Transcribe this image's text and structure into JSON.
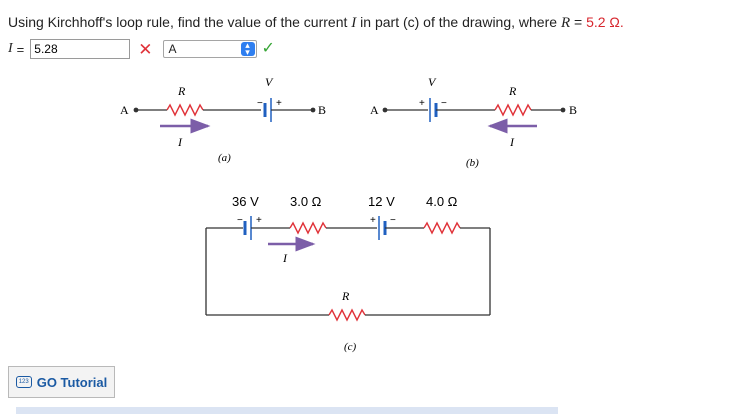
{
  "question": {
    "prefix": "Using Kirchhoff's loop rule, find the value of the current ",
    "var": "I",
    "mid": " in part (c) of the drawing, where ",
    "r_var": "R",
    "r_eq": " = ",
    "r_value": "5.2 Ω."
  },
  "answer": {
    "label": "I",
    "equals": "=",
    "value": "5.28",
    "status_icon": "cross-icon",
    "unit": "A",
    "unit_status_icon": "check-icon"
  },
  "diagram": {
    "a": {
      "left_node": "A",
      "right_node": "B",
      "battery_label": "V",
      "resistor_label": "R",
      "current_label": "I",
      "plus": "+",
      "minus": "−",
      "caption": "(a)"
    },
    "b": {
      "left_node": "A",
      "right_node": "B",
      "battery_label": "V",
      "resistor_label": "R",
      "current_label": "I",
      "plus": "+",
      "minus": "−",
      "caption": "(b)"
    },
    "c": {
      "battery1_label": "36 V",
      "resistor1_label": "3.0 Ω",
      "battery2_label": "12 V",
      "resistor2_label": "4.0 Ω",
      "resistor3_label": "R",
      "current_label": "I",
      "plus": "+",
      "minus": "−",
      "caption": "(c)"
    }
  },
  "tutorial": {
    "label": "GO Tutorial",
    "icon_text": "123"
  },
  "colors": {
    "resistor": "#e0333a",
    "arrow": "#7c5ea8",
    "battery": "#2060c0",
    "wire": "#333333"
  }
}
